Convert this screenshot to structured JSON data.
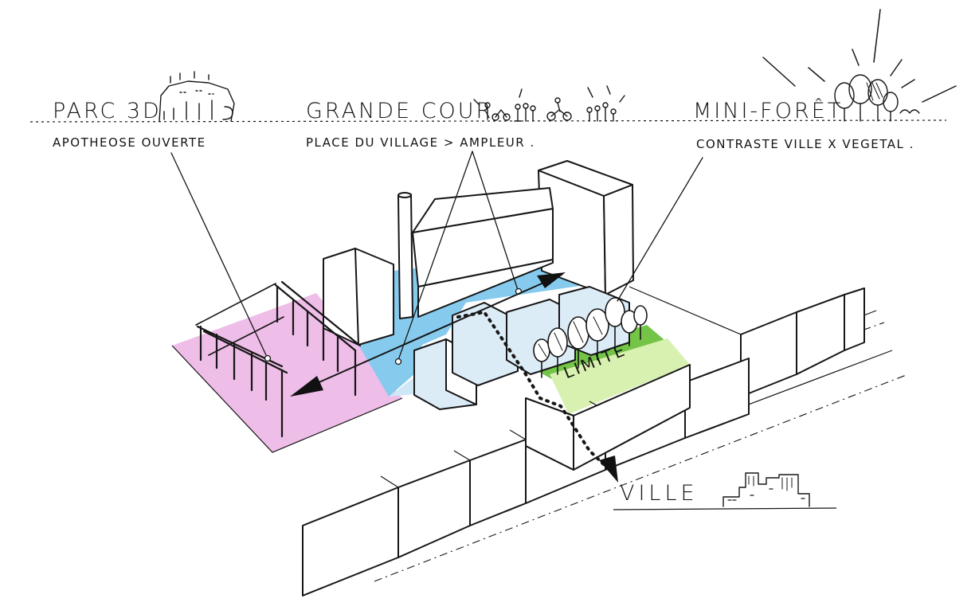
{
  "labels": {
    "parc": {
      "title": "PARC 3D",
      "subtitle": "APOTHEOSE OUVERTE"
    },
    "cour": {
      "title": "GRANDE COUR",
      "subtitle": "PLACE DU VILLAGE > AMPLEUR ."
    },
    "foret": {
      "title": "MINI-FORÊT",
      "subtitle": "CONTRASTE VILLE X VEGETAL ."
    },
    "limite": "LIMITE",
    "ville": "VILLE"
  },
  "colors": {
    "parc_zone": "#eebde8",
    "cour_zone": "#86cbee",
    "cour_light": "#cfe8f7",
    "foret_zone": "#73c447",
    "limite_zone": "#d8f0b0",
    "ink": "#161616"
  }
}
